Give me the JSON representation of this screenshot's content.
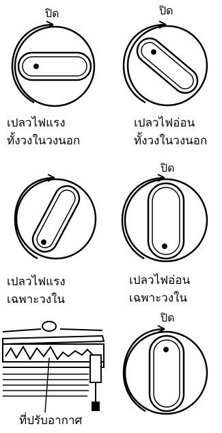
{
  "off_label": "ปิด",
  "panels": [
    {
      "caption": [
        "เปลวไฟแรง",
        "ทั้งวงในวงนอก"
      ]
    },
    {
      "caption": [
        "เปลวไฟอ่อน",
        "ทั้งวงในวงนอก"
      ]
    },
    {
      "caption": [
        "เปลวไฟแรง",
        "เฉพาะวงใน"
      ]
    },
    {
      "caption": [
        "เปลวไฟอ่อน",
        "เฉพาะวงใน"
      ]
    },
    {
      "caption": [
        "ที่ปรับอากาศ"
      ]
    }
  ]
}
